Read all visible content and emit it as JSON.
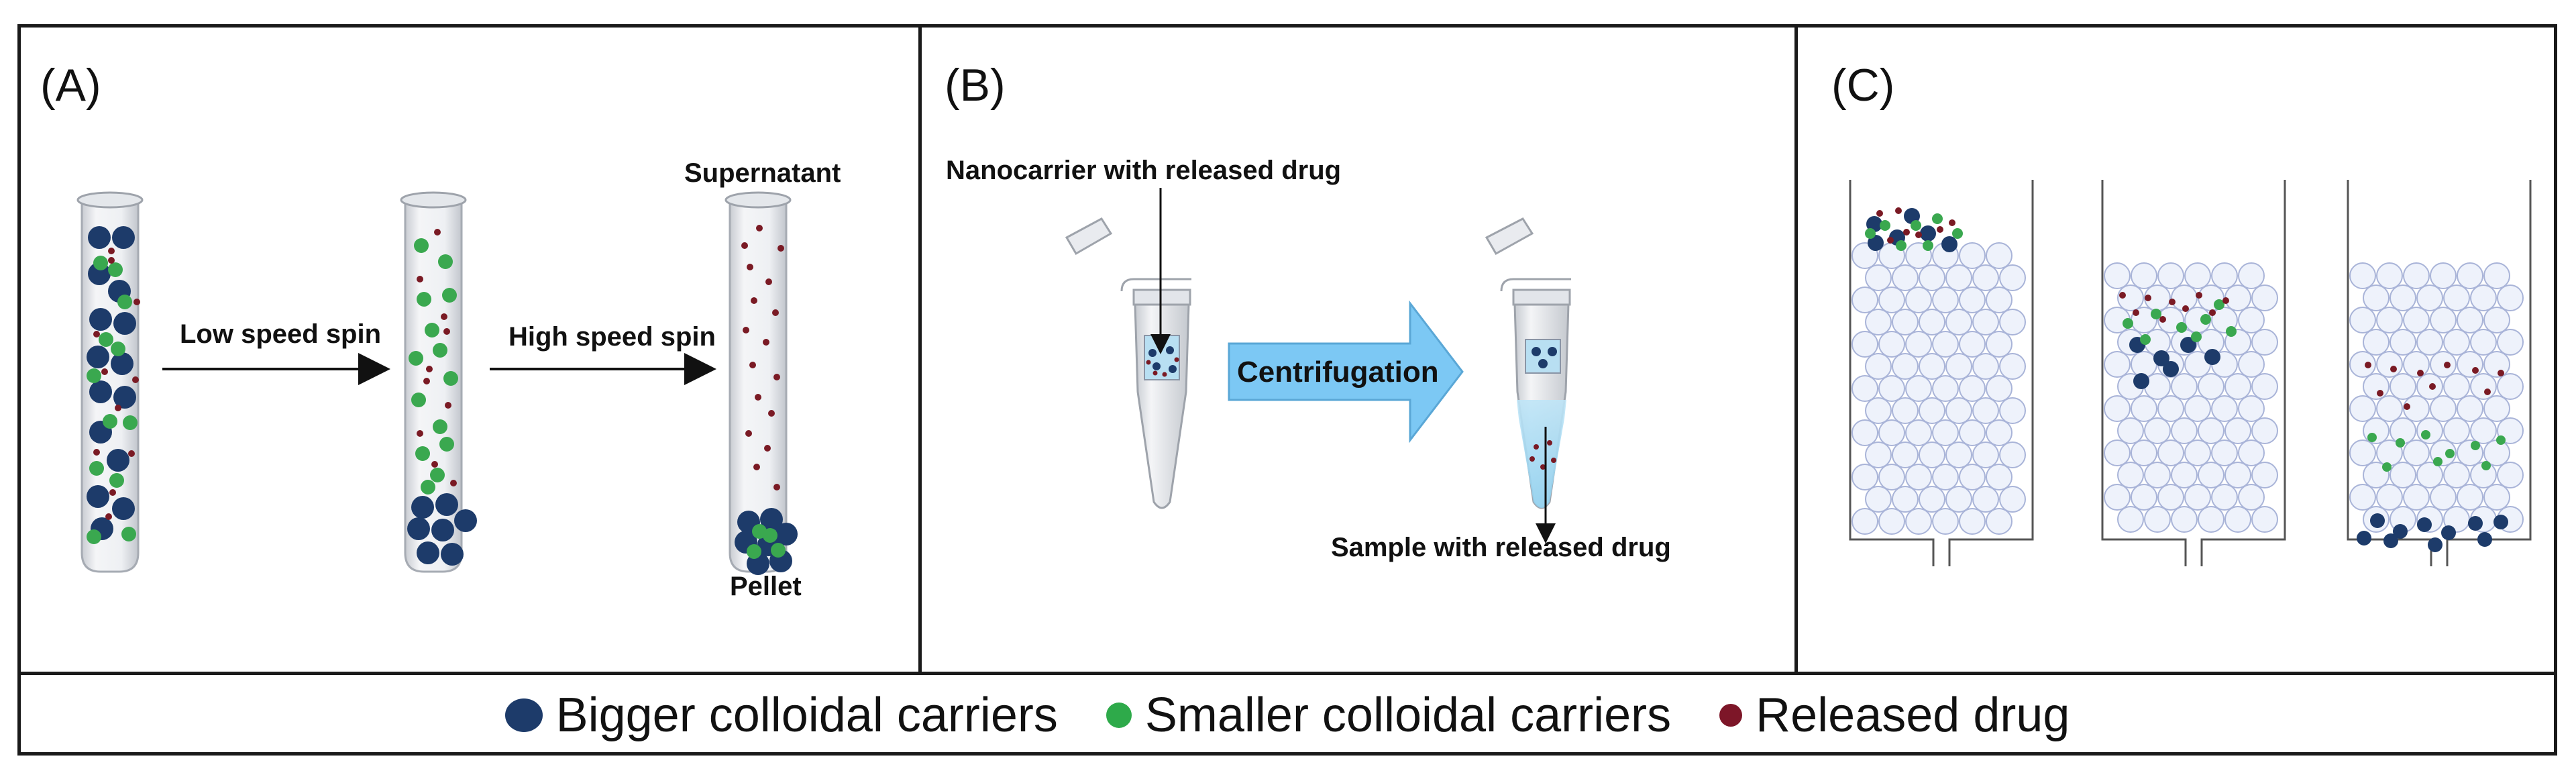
{
  "panels": {
    "a": {
      "label": "(A)",
      "supernatant": "Supernatant",
      "low_speed": "Low speed spin",
      "high_speed": "High speed spin",
      "pellet": "Pellet"
    },
    "b": {
      "label": "(B)",
      "nanocarrier": "Nanocarrier with released drug",
      "centrifugation": "Centrifugation",
      "sample": "Sample with released drug"
    },
    "c": {
      "label": "(C)"
    }
  },
  "legend": {
    "items": [
      {
        "text": "Bigger colloidal carriers",
        "color": "#1d3b6a"
      },
      {
        "text": "Smaller colloidal carriers",
        "color": "#2eaa4a"
      },
      {
        "text": "Released drug",
        "color": "#7d1628"
      }
    ]
  },
  "colors": {
    "big": "#1d3b6a",
    "small": "#3aa84f",
    "drug": "#7a1a24",
    "bead_fill": "#eef2fb",
    "bead_stroke": "#a9b4d8",
    "arrow_fill": "#7cc8f4"
  }
}
